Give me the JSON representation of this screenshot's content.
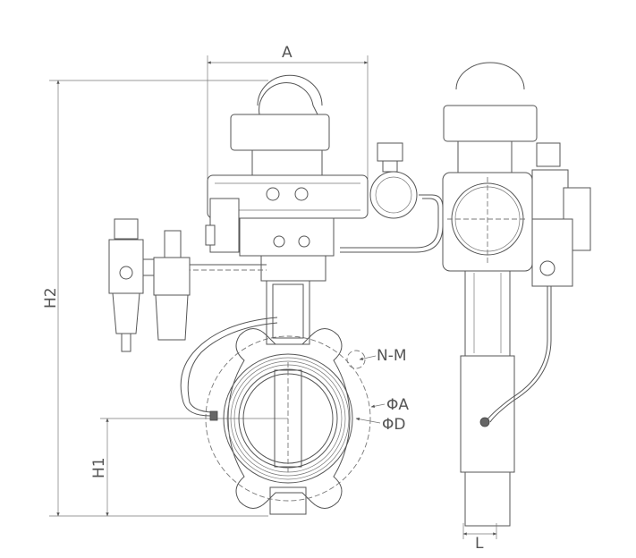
{
  "dimensions": {
    "A": "A",
    "H2": "H2",
    "H1": "H1",
    "L": "L"
  },
  "callouts": {
    "bolt_holes": "N-M",
    "pcd": "ΦA",
    "diameter": "ΦD"
  }
}
